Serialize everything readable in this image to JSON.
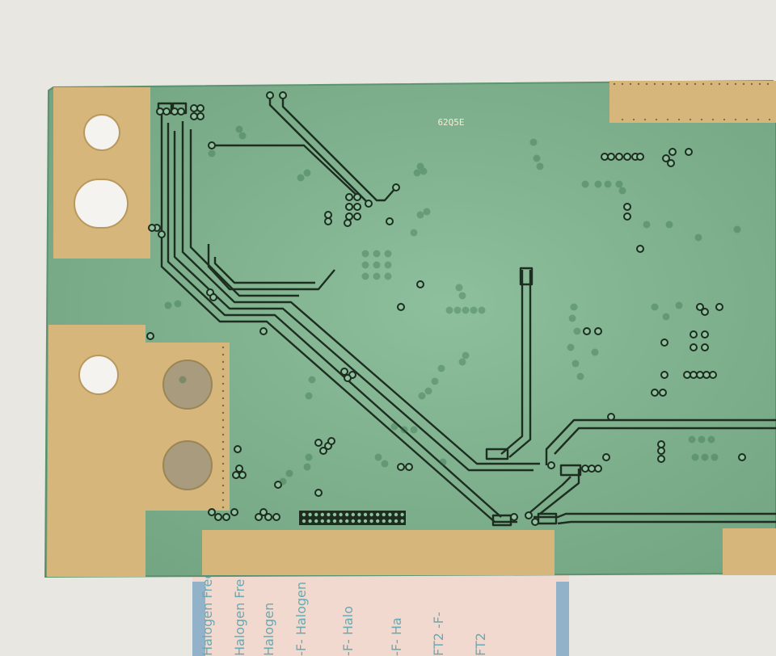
{
  "scene": {
    "subject": "pcb-board",
    "colors": {
      "wall": "#e9e7e1",
      "board": "#7fb790",
      "board_edge": "#5f9873",
      "gold": "#d6b67a",
      "gold_dark": "#b9985e",
      "trace": "#1d2d1f",
      "via_fill": "#8fc39f",
      "cable": "#f1d9cf",
      "cable_text": "#66aab3"
    }
  },
  "board": {
    "silkscreen_code": "62Q5E"
  },
  "cable": {
    "strip_texts": [
      "Halogen Free",
      "Halogen Fre",
      "Halogen",
      "-F- Halogen",
      "-F- Halo",
      "-F- Ha",
      "FT2 -F-",
      "FT2"
    ]
  }
}
